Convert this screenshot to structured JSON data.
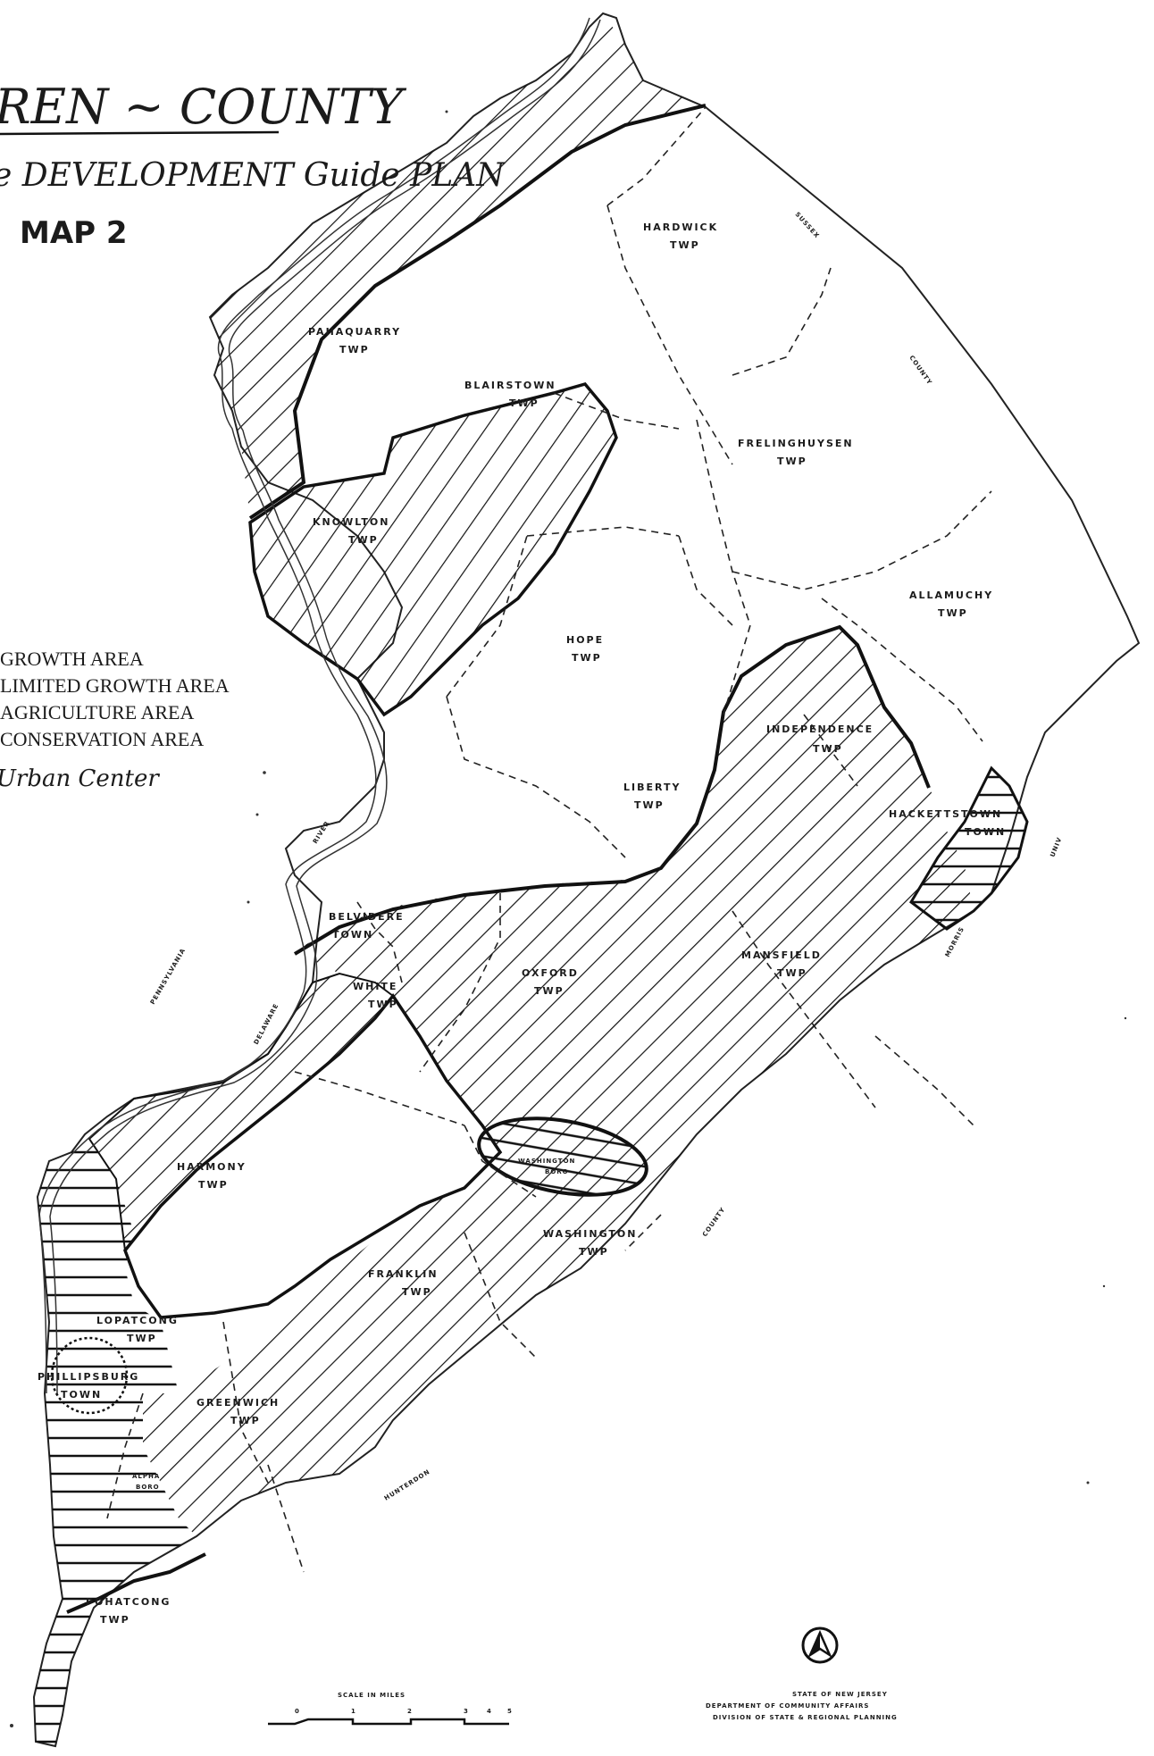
{
  "header": {
    "title": "REN ~ COUNTY",
    "subtitle": "e DEVELOPMENT Guide PLAN",
    "map_number": "MAP 2"
  },
  "legend": {
    "items": [
      "GROWTH AREA",
      "LIMITED GROWTH AREA",
      "AGRICULTURE AREA",
      "CONSERVATION AREA"
    ],
    "urban_center": "Urban Center"
  },
  "municipalities": {
    "hardwick": [
      "HARDWICK",
      "TWP"
    ],
    "pahaquarry": [
      "PAHAQUARRY",
      "TWP"
    ],
    "blairstown": [
      "BLAIRSTOWN",
      "TWP"
    ],
    "frelinghuysen": [
      "FRELINGHUYSEN",
      "TWP"
    ],
    "knowlton": [
      "KNOWLTON",
      "TWP"
    ],
    "allamuchy": [
      "ALLAMUCHY",
      "TWP"
    ],
    "hope": [
      "HOPE",
      "TWP"
    ],
    "independence": [
      "INDEPENDENCE",
      "TWP"
    ],
    "liberty": [
      "LIBERTY",
      "TWP"
    ],
    "hackettstown": [
      "HACKETTSTOWN",
      "TOWN"
    ],
    "belvidere": [
      "BELVIDERE",
      "TOWN"
    ],
    "oxford": [
      "OXFORD",
      "TWP"
    ],
    "mansfield": [
      "MANSFIELD",
      "TWP"
    ],
    "white": [
      "WHITE",
      "TWP"
    ],
    "harmony": [
      "HARMONY",
      "TWP"
    ],
    "washington_boro": [
      "WASHINGTON",
      "BORO"
    ],
    "washington_twp": [
      "WASHINGTON",
      "TWP"
    ],
    "franklin": [
      "FRANKLIN",
      "TWP"
    ],
    "lopatcong": [
      "LOPATCONG",
      "TWP"
    ],
    "phillipsburg": [
      "PHILLIPSBURG",
      "TOWN"
    ],
    "greenwich": [
      "GREENWICH",
      "TWP"
    ],
    "alpha": [
      "ALPHA",
      "BORO"
    ],
    "pohatcong": [
      "POHATCONG",
      "TWP"
    ]
  },
  "border_labels": {
    "sussex": "SUSSEX",
    "county_ne": "COUNTY",
    "morris": "MORRIS",
    "county_se": "COUNTY",
    "hunterdon": "HUNTERDON",
    "pennsylvania": "PENNSYLVANIA",
    "delaware": "DELAWARE",
    "river": "RIVER",
    "univ": "UNIV"
  },
  "scale": {
    "title": "SCALE IN MILES",
    "ticks": [
      "0",
      "1",
      "2",
      "3",
      "4",
      "5"
    ]
  },
  "credits": [
    "STATE OF NEW JERSEY",
    "DEPARTMENT OF COMMUNITY AFFAIRS",
    "DIVISION OF STATE & REGIONAL PLANNING"
  ]
}
